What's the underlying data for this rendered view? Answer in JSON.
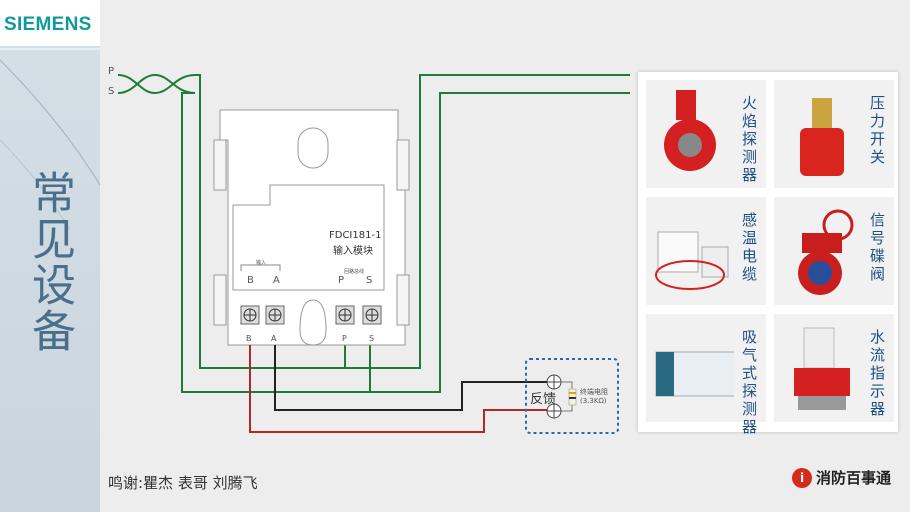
{
  "logo": "SIEMENS",
  "title": "常见设备",
  "bus": {
    "p": "P",
    "s": "S"
  },
  "module": {
    "model": "FDCI181-1",
    "name": "输入模块",
    "input_label": "输入",
    "bus_label": "回路总线",
    "top_terminals": [
      "B",
      "A",
      "P",
      "S"
    ],
    "bottom_terminals": [
      "B",
      "A",
      "P",
      "S"
    ]
  },
  "feedback": {
    "label": "反馈",
    "resistor_label": "终端电阻",
    "resistor_value": "(3.3KΩ)"
  },
  "devices": [
    {
      "name": "火焰探测器"
    },
    {
      "name": "压力开关"
    },
    {
      "name": "感温电缆"
    },
    {
      "name": "信号碟阀"
    },
    {
      "name": "吸气式探测器"
    },
    {
      "name": "水流指示器"
    }
  ],
  "credit": "鸣谢:瞿杰  表哥  刘腾飞",
  "brand": "消防百事通",
  "colors": {
    "bus": "#1e7b3a",
    "black": "#222222",
    "red": "#b3262a",
    "accent": "#0f9a9c"
  }
}
